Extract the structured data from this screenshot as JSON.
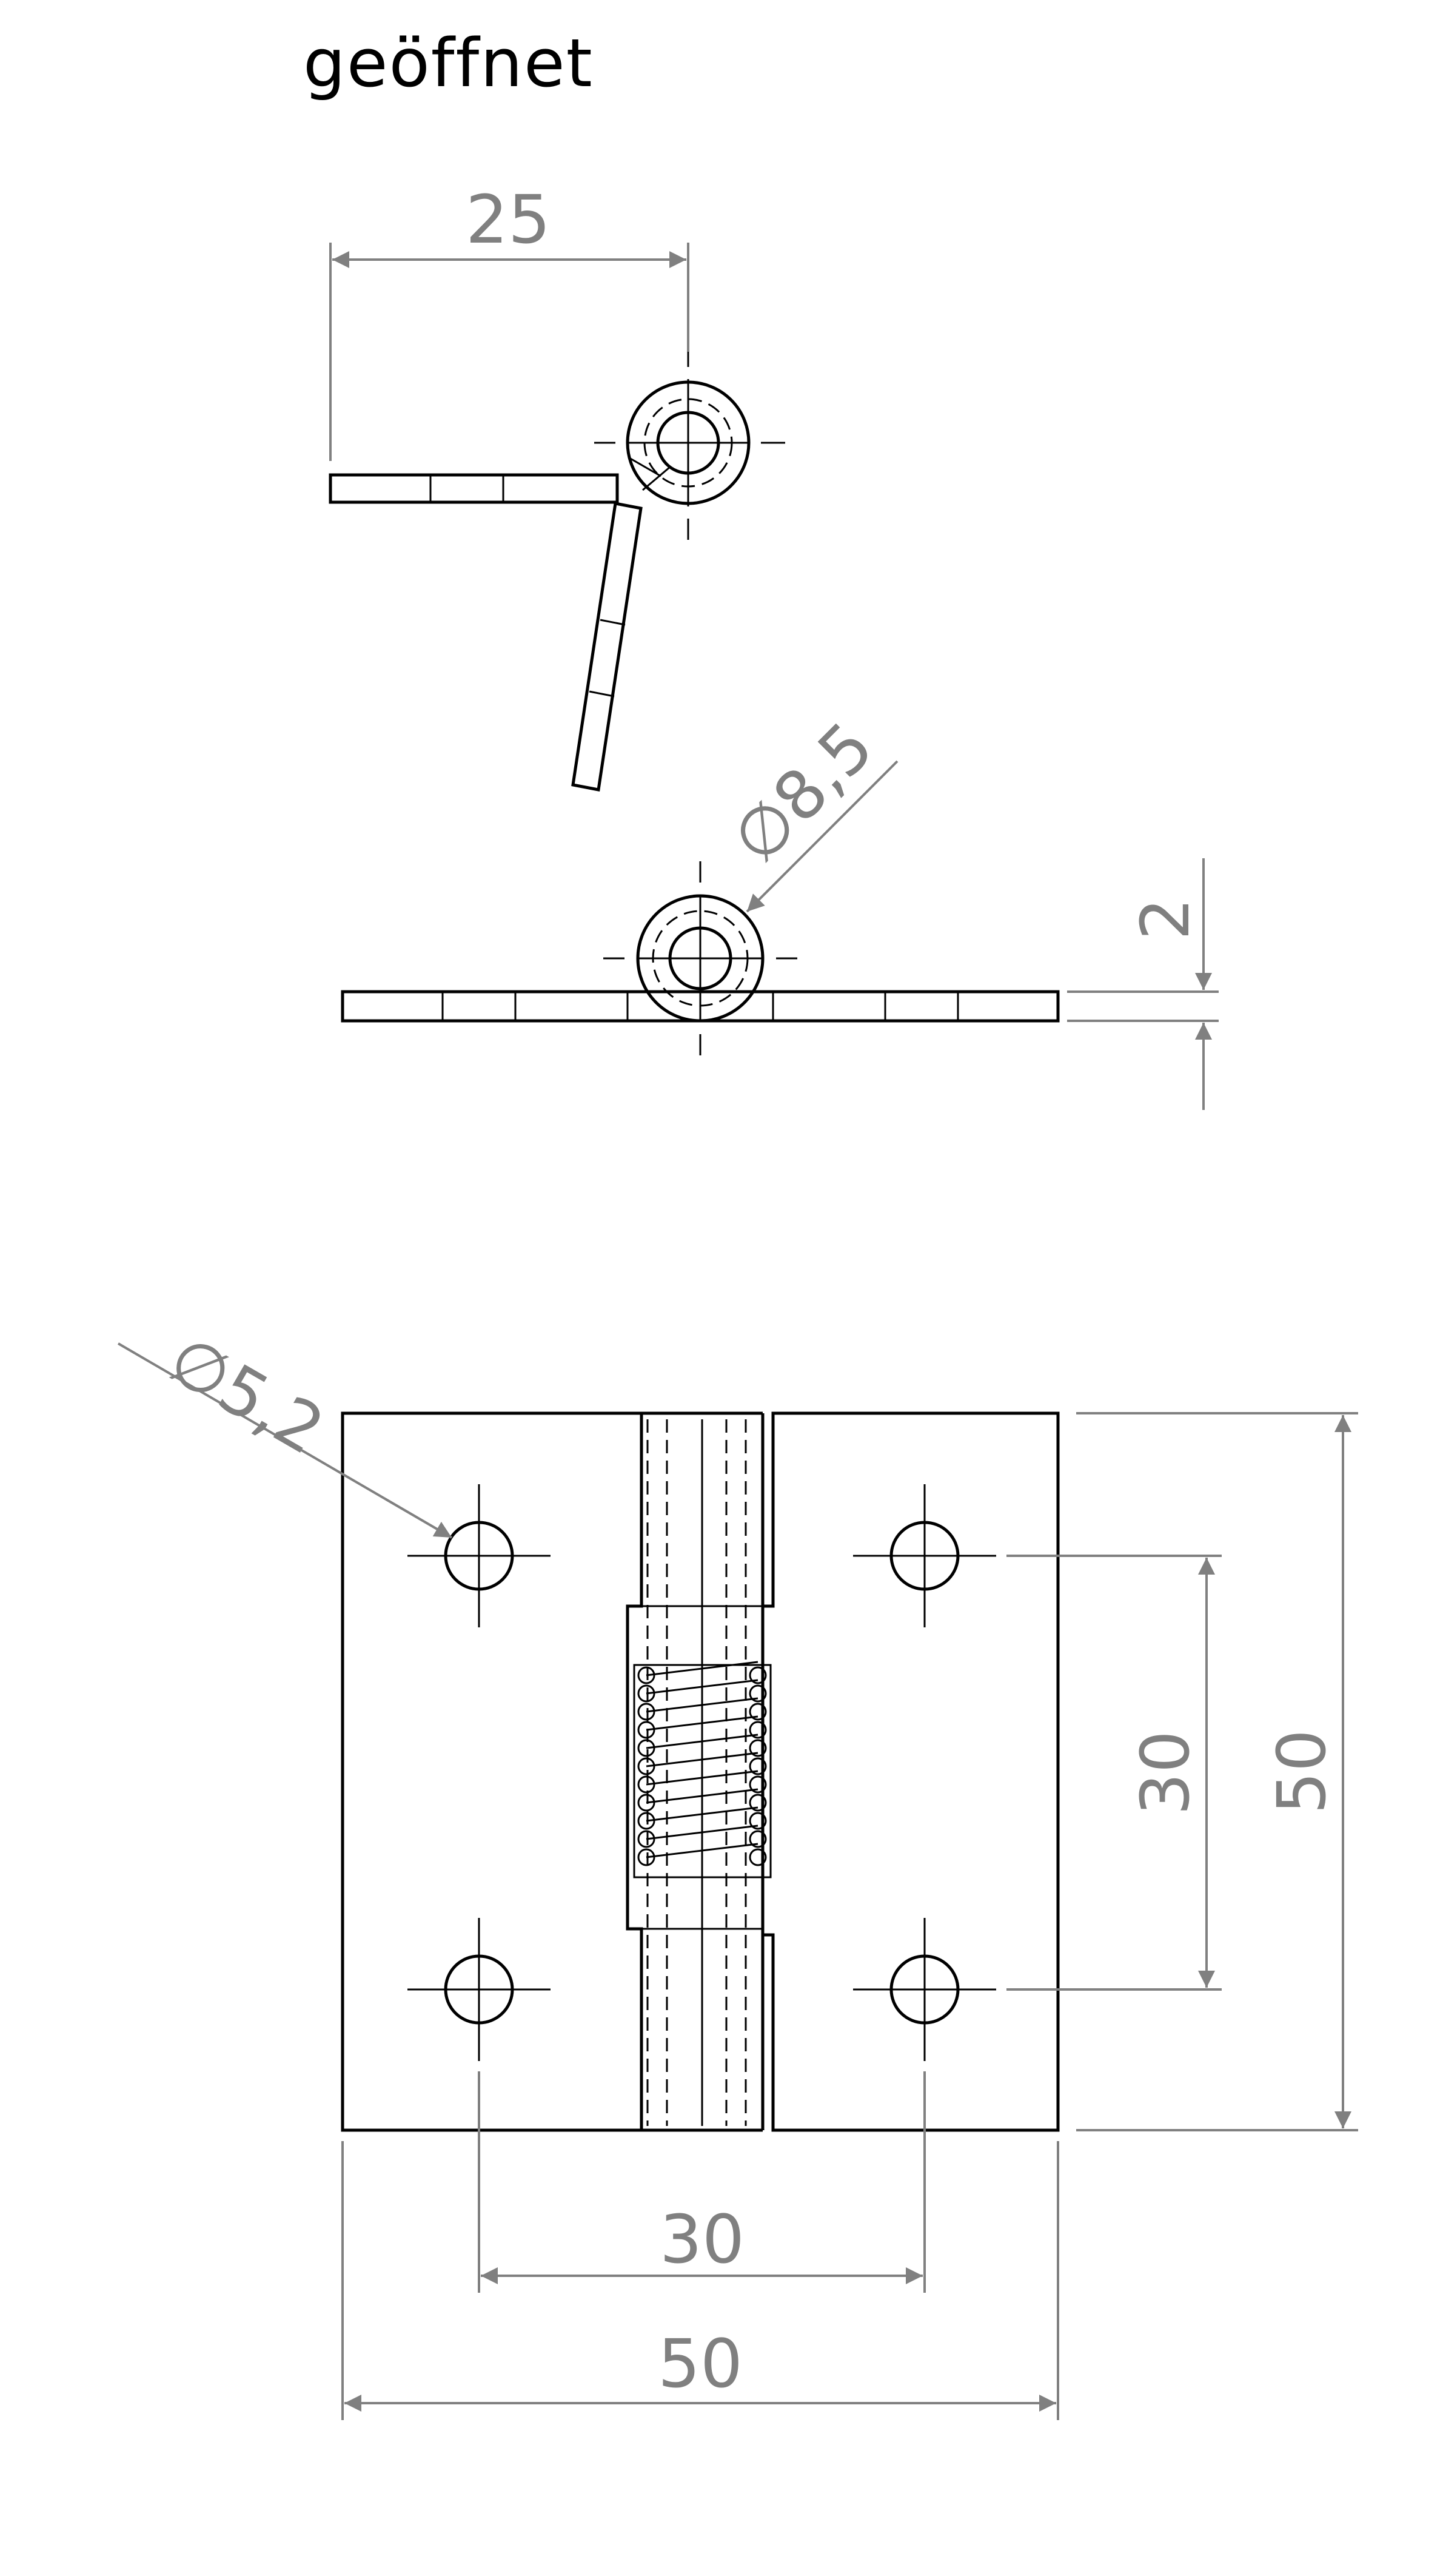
{
  "title": "geöffnet",
  "dimensions": {
    "open_width": "25",
    "pin_diameter": "∅8,5",
    "thickness": "2",
    "hole_diameter": "∅5,2",
    "hole_spacing_vertical": "30",
    "height": "50",
    "hole_spacing_horizontal": "30",
    "width": "50"
  },
  "colors": {
    "dimension": "#808080",
    "outline": "#000000"
  }
}
